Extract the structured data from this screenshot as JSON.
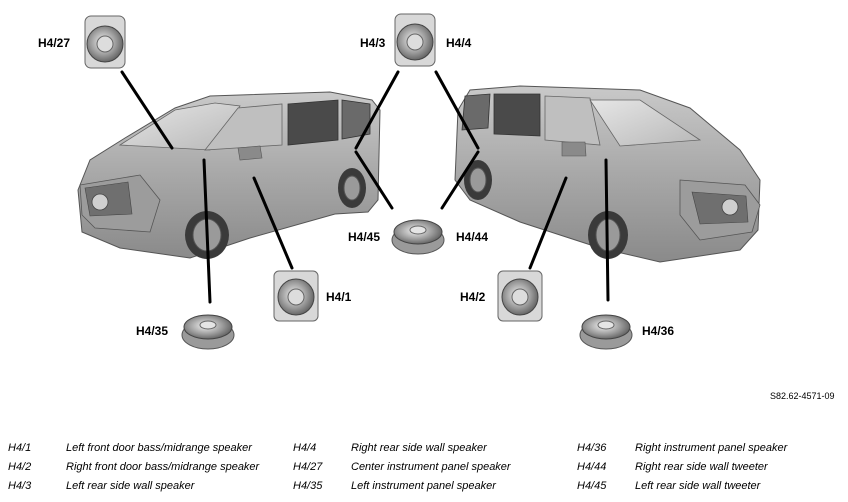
{
  "callouts": {
    "h4_27": "H4/27",
    "h4_3": "H4/3",
    "h4_4": "H4/4",
    "h4_45": "H4/45",
    "h4_44": "H4/44",
    "h4_1": "H4/1",
    "h4_2": "H4/2",
    "h4_35": "H4/35",
    "h4_36": "H4/36"
  },
  "figure_ref": "S82.62-4571-09",
  "legend": [
    {
      "code": "H4/1",
      "desc": "Left front door bass/midrange speaker"
    },
    {
      "code": "H4/2",
      "desc": "Right front door bass/midrange speaker"
    },
    {
      "code": "H4/3",
      "desc": "Left rear side wall speaker"
    },
    {
      "code": "H4/4",
      "desc": "Right rear side wall speaker"
    },
    {
      "code": "H4/27",
      "desc": "Center instrument panel speaker"
    },
    {
      "code": "H4/35",
      "desc": "Left instrument panel speaker"
    },
    {
      "code": "H4/36",
      "desc": "Right instrument panel speaker"
    },
    {
      "code": "H4/44",
      "desc": "Right rear side wall tweeter"
    },
    {
      "code": "H4/45",
      "desc": "Left rear side wall tweeter"
    }
  ]
}
